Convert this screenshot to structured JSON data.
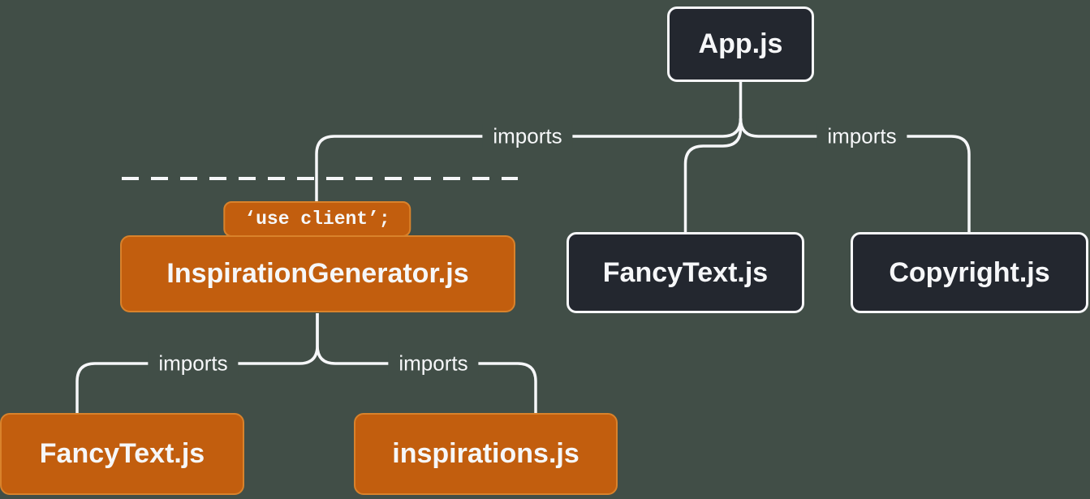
{
  "diagram": {
    "description": "module dependency tree with client boundary",
    "background": "#414E47",
    "colors": {
      "server_box_fill": "#23272F",
      "server_box_border": "#F6F7F9",
      "client_box_fill": "#C25E0E",
      "client_box_border": "#D9822B",
      "connector": "#F6F7F9",
      "text": "#F6F7F9"
    },
    "nodes": {
      "app": {
        "label": "App.js",
        "type": "server"
      },
      "fancytext_top": {
        "label": "FancyText.js",
        "type": "server"
      },
      "copyright": {
        "label": "Copyright.js",
        "type": "server"
      },
      "inspiration_generator": {
        "label": "InspirationGenerator.js",
        "badge": "‘use client’;",
        "type": "client"
      },
      "fancytext_bottom": {
        "label": "FancyText.js",
        "type": "client"
      },
      "inspirations": {
        "label": "inspirations.js",
        "type": "client"
      }
    },
    "edges": {
      "app_to_inspiration_generator": {
        "label": "imports"
      },
      "app_to_copyright": {
        "label": "imports"
      },
      "inspiration_generator_to_fancytext": {
        "label": "imports"
      },
      "inspiration_generator_to_inspirations": {
        "label": "imports"
      }
    }
  }
}
